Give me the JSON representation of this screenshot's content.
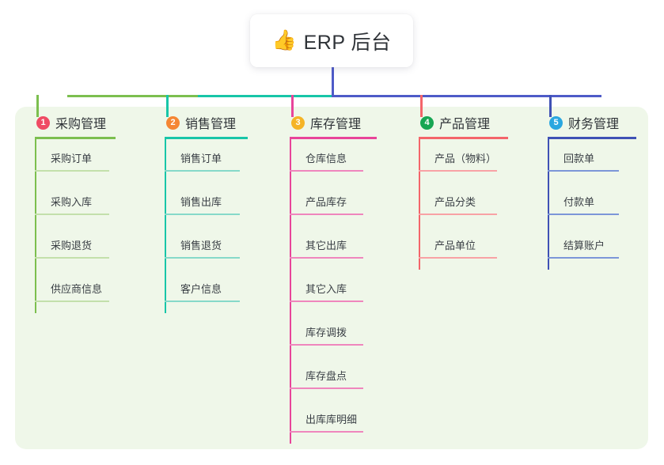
{
  "root": {
    "icon": "thumbs-up-emoji",
    "emoji": "👍",
    "title": "ERP 后台"
  },
  "palette": {
    "panel_bg": "#eff7e9",
    "page_bg": "#ffffff",
    "text": "#2f3338",
    "trunk": "#4e5bc8"
  },
  "diagram": {
    "type": "mind-map",
    "root_label": "ERP 后台",
    "columns": [
      {
        "index": "1",
        "badge_color": "#ef4b64",
        "line_color": "#7cbf4f",
        "kid_line_color": "#c3e0ab",
        "drop_color": "#7cbf4f",
        "title": "采购管理",
        "children": [
          "采购订单",
          "采购入库",
          "采购退货",
          "供应商信息"
        ]
      },
      {
        "index": "2",
        "badge_color": "#f58634",
        "line_color": "#18c6a8",
        "kid_line_color": "#86d9c9",
        "drop_color": "#18c6a8",
        "title": "销售管理",
        "children": [
          "销售订单",
          "销售出库",
          "销售退货",
          "客户信息"
        ]
      },
      {
        "index": "3",
        "badge_color": "#f5b426",
        "line_color": "#e8449a",
        "kid_line_color": "#ef86bd",
        "drop_color": "#e8449a",
        "title": "库存管理",
        "children": [
          "仓库信息",
          "产品库存",
          "其它出库",
          "其它入库",
          "库存调拨",
          "库存盘点",
          "出库库明细"
        ]
      },
      {
        "index": "4",
        "badge_color": "#17a653",
        "line_color": "#f4656a",
        "kid_line_color": "#f8a2a5",
        "drop_color": "#f4656a",
        "title": "产品管理",
        "children": [
          "产品（物料）",
          "产品分类",
          "产品单位"
        ]
      },
      {
        "index": "5",
        "badge_color": "#2aa7e0",
        "line_color": "#3f51b5",
        "kid_line_color": "#7c96d8",
        "drop_color": "#3f51b5",
        "title": "财务管理",
        "children": [
          "回款单",
          "付款单",
          "结算账户"
        ]
      }
    ],
    "trunk": {
      "stem_color": "#4e5bc8",
      "bus_segments": [
        {
          "color": "#7cbf4f",
          "from": 85,
          "to": 250
        },
        {
          "color": "#18c6a8",
          "from": 250,
          "to": 420
        },
        {
          "color": "#4e5bc8",
          "from": 420,
          "to": 760
        }
      ]
    }
  }
}
